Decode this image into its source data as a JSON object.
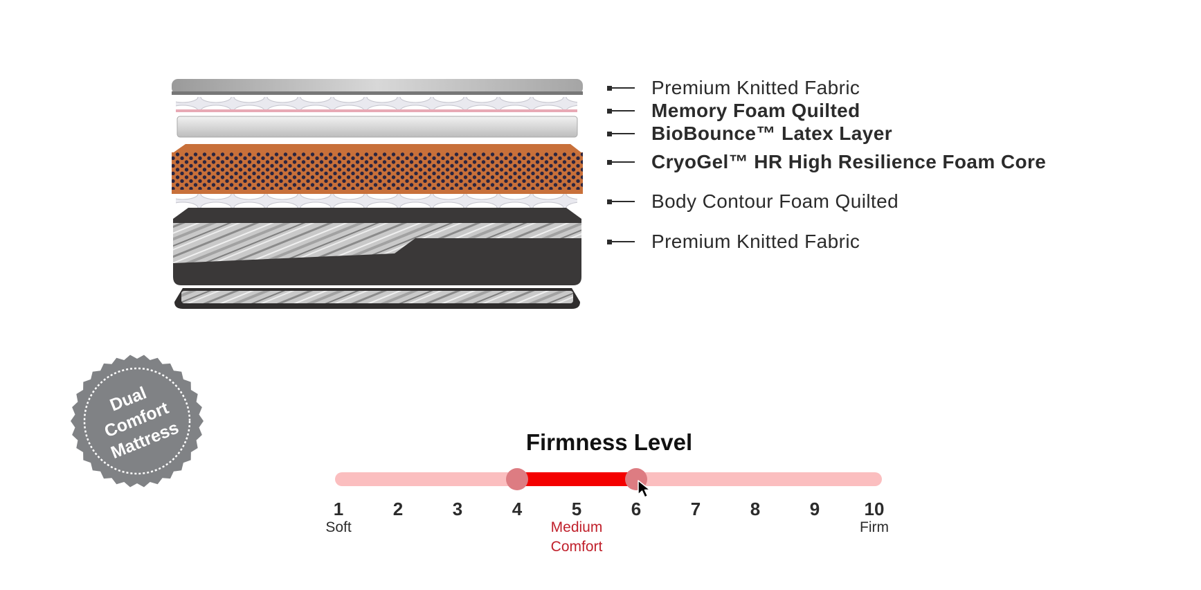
{
  "layers": [
    {
      "label": "Premium Knitted Fabric",
      "bold": false
    },
    {
      "label": "Memory Foam Quilted",
      "bold": true
    },
    {
      "label": "BioBounce™ Latex Layer",
      "bold": true
    },
    {
      "label": "CryoGel™ HR High Resilience Foam Core",
      "bold": true
    },
    {
      "label": "Body Contour Foam Quilted",
      "bold": false
    },
    {
      "label": "Premium Knitted Fabric",
      "bold": false
    }
  ],
  "badge": {
    "lines": [
      "Dual",
      "Comfort",
      "Mattress"
    ]
  },
  "firmness": {
    "title": "Firmness Level",
    "scale": [
      "1",
      "2",
      "3",
      "4",
      "5",
      "6",
      "7",
      "8",
      "9",
      "10"
    ],
    "range": {
      "min": 1,
      "max": 10,
      "low": 4,
      "high": 6
    },
    "captions": [
      {
        "at": 1,
        "lines": [
          "Soft"
        ],
        "highlight": false
      },
      {
        "at": 5,
        "lines": [
          "Medium",
          "Comfort"
        ],
        "highlight": true
      },
      {
        "at": 10,
        "lines": [
          "Firm"
        ],
        "highlight": false
      }
    ]
  },
  "colors": {
    "track": "#fbbebf",
    "range": "#f40000",
    "thumb": "#dd7c82",
    "core": "#c8703a",
    "badge": "#808285",
    "highlight": "#c0202b"
  }
}
